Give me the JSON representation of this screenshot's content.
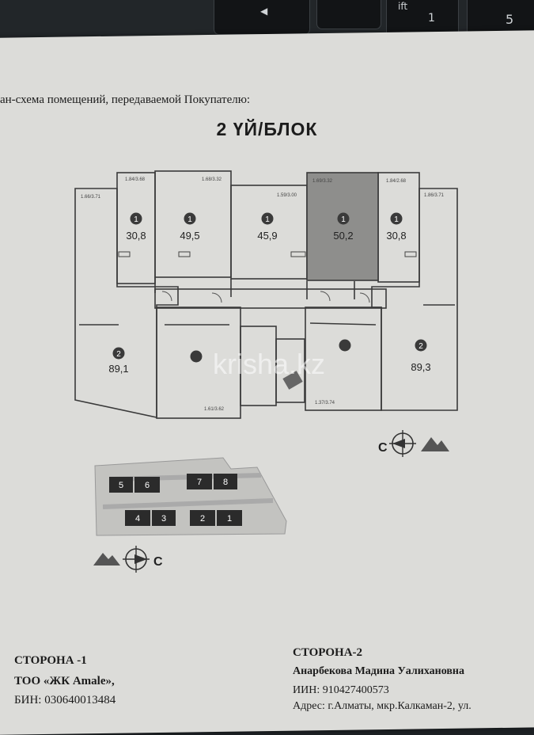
{
  "document": {
    "intro_text": "ан-схема помещений, передаваемой Покупателю:",
    "block_title": "2 ҮЙ/БЛОК",
    "watermark": "krisha.kz"
  },
  "keyboard": {
    "keys": [
      "ift",
      "1",
      "5"
    ]
  },
  "floor_plan": {
    "compass_letter_top": "С",
    "compass_letter_bottom": "С",
    "units_top": [
      {
        "rooms": "1",
        "area": "30,8",
        "height_label": "1.84/3.68"
      },
      {
        "rooms": "1",
        "area": "49,5",
        "height_label": "1.68/3.32"
      },
      {
        "rooms": "1",
        "area": "45,9",
        "height_label": "1.59/3.00"
      },
      {
        "rooms": "1",
        "area": "50,2",
        "height_label": "1.69/3.32",
        "highlighted": true
      },
      {
        "rooms": "1",
        "area": "30,8",
        "height_label": "1.84/2.68"
      }
    ],
    "units_bottom": [
      {
        "rooms": "2",
        "area": "89,1",
        "height_label": "1.66/3.71"
      },
      {
        "rooms": "2",
        "area": "89,3",
        "height_label": "1.86/3.71"
      }
    ],
    "bottom_labels": [
      "1.61/3.62",
      "1.37/3.74"
    ],
    "site_blocks": [
      "5",
      "6",
      "7",
      "8",
      "4",
      "3",
      "2",
      "1"
    ]
  },
  "parties": {
    "side1_title": "СТОРОНА -1",
    "side1_company": "ТОО «ЖК Amale»,",
    "side1_bin": "БИН: 030640013484",
    "side2_title": "СТОРОНА-2",
    "side2_name": "Анарбекова Мадина Уалихановна",
    "side2_iin": "ИИН: 910427400573",
    "side2_address": "Адрес: г.Алматы, мкр.Калкаман-2, ул."
  }
}
